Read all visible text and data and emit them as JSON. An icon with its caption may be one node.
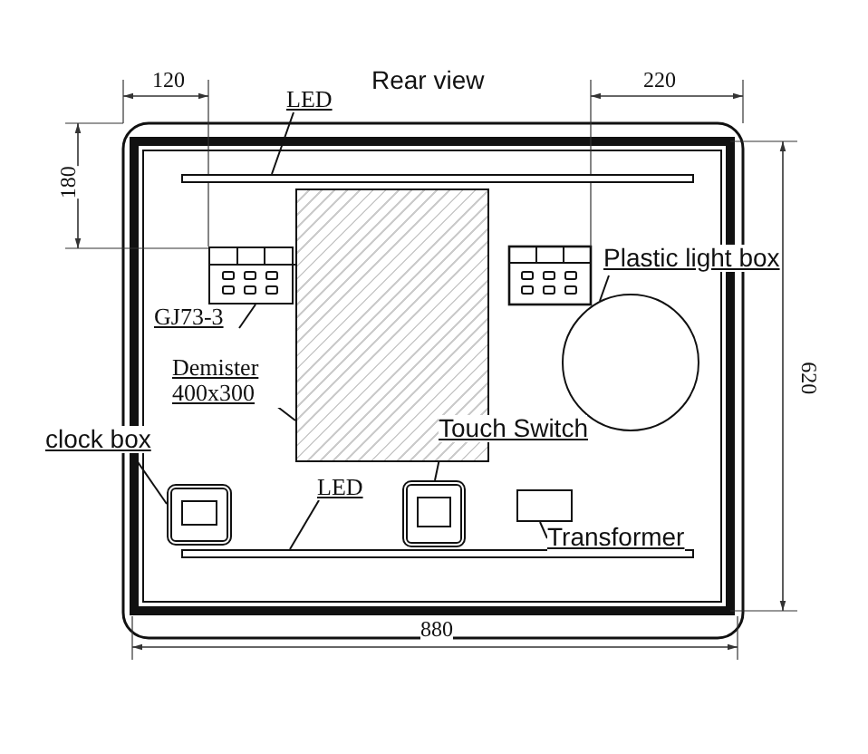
{
  "diagram": {
    "title": "Rear view",
    "nodes": [
      {
        "text": [
          "LED"
        ]
      },
      {
        "text": [],
        "shape": "bar"
      },
      {
        "text": [
          "GJ73-3"
        ]
      },
      {
        "text": [],
        "shape": "box"
      },
      {
        "text": [
          "Plastic light box"
        ]
      },
      {
        "text": [],
        "shape": "circle"
      },
      {
        "text": [
          "Demister 400x300"
        ]
      },
      {
        "text": [],
        "shape": "box"
      },
      {
        "text": [
          "clock box"
        ]
      },
      {
        "text": [],
        "shape": "box"
      },
      {
        "text": [
          "Touch Switch"
        ]
      },
      {
        "text": [],
        "shape": "box"
      },
      {
        "text": [
          "LED"
        ]
      },
      {
        "text": [],
        "shape": "bar"
      },
      {
        "text": [
          "Transformer"
        ]
      },
      {
        "text": [],
        "shape": "box"
      }
    ],
    "edges": [
      {
        "from": 0,
        "to": 1,
        "arrow": "none"
      },
      {
        "from": 2,
        "to": 3,
        "arrow": "none"
      },
      {
        "from": 4,
        "to": 5,
        "arrow": "none"
      },
      {
        "from": 6,
        "to": 7,
        "arrow": "none"
      },
      {
        "from": 8,
        "to": 9,
        "arrow": "none"
      },
      {
        "from": 10,
        "to": 11,
        "arrow": "none"
      },
      {
        "from": 12,
        "to": 13,
        "arrow": "none"
      },
      {
        "from": 14,
        "to": 15,
        "arrow": "none"
      }
    ],
    "labels": [
      "120",
      "220",
      "180",
      "620",
      "880"
    ]
  }
}
